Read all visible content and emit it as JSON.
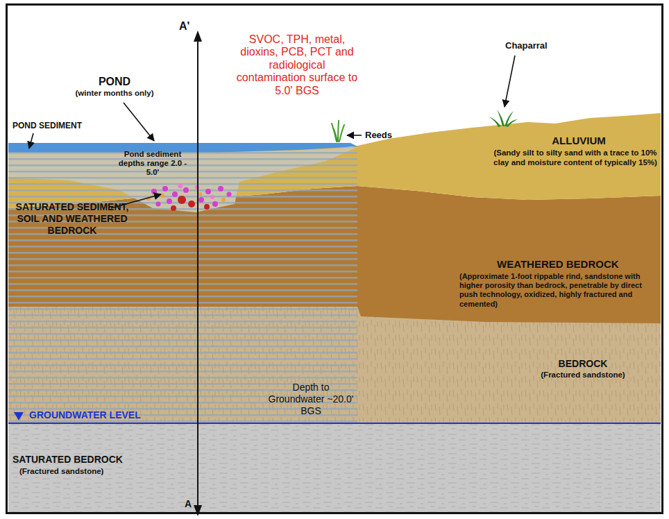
{
  "diagram": {
    "labels": [
      "A'",
      "SVOC, TPH, metal, dioxins, PCB, PCT and radiological contamination surface to 5.0' BGS",
      "POND",
      "(winter months only)",
      "POND SEDIMENT",
      "Reeds",
      "Chaparral",
      "Pond sediment depths range 2.0 - 5.0'",
      "ALLUVIUM",
      "(Sandy silt to silty sand with a trace to 10% clay and moisture content of typically 15%)",
      "SATURATED SEDIMENT, SOIL AND WEATHERED BEDROCK",
      "WEATHERED BEDROCK",
      "(Approximate 1-foot rippable rind, sandstone with higher porosity than bedrock, penetrable by direct push technology, oxidized, highly fractured and cemented)",
      "Depth to Groundwater ~20.0' BGS",
      "BEDROCK",
      "(Fractured sandstone)",
      "GROUNDWATER LEVEL",
      "SATURATED BEDROCK",
      "(Fractured sandstone)",
      "A"
    ]
  }
}
